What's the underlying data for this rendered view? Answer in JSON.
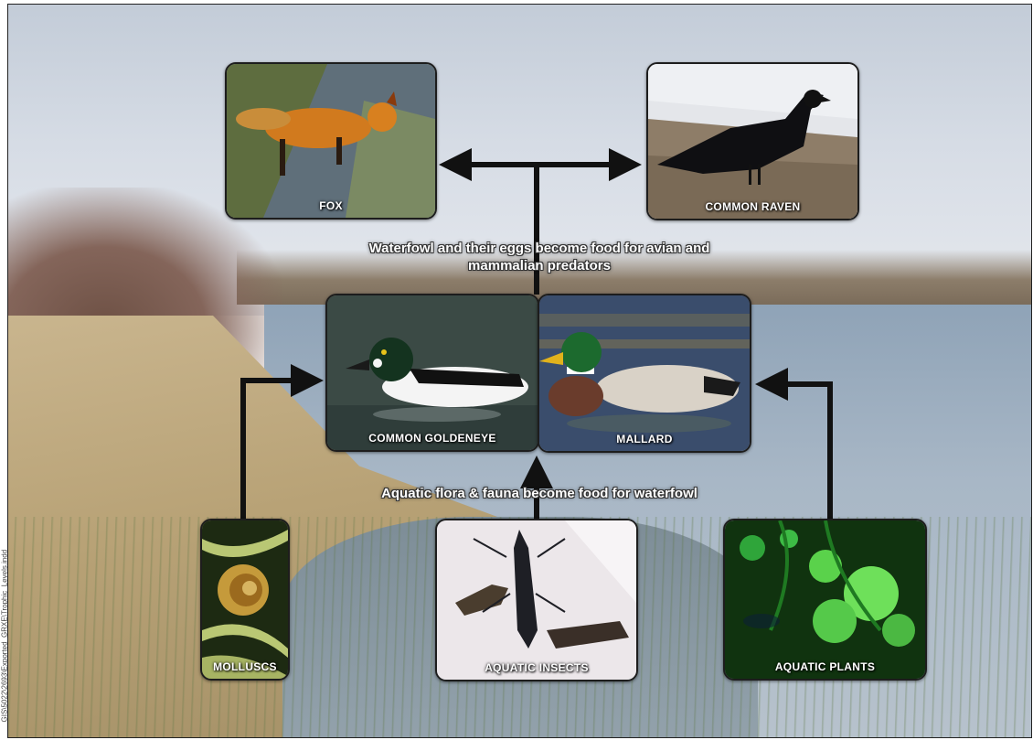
{
  "captions": {
    "top": "Waterfowl and their eggs become food for avian and mammalian predators",
    "bottom": "Aquatic flora & fauna become food for waterfowl"
  },
  "predators": {
    "fox": "FOX",
    "raven": "COMMON RAVEN"
  },
  "waterfowl": {
    "goldeneye": "COMMON GOLDENEYE",
    "mallard": "MALLARD"
  },
  "prey": {
    "molluscs": "MOLLUSCS",
    "insects": "AQUATIC INSECTS",
    "plants": "AQUATIC PLANTS"
  },
  "credit": "GIS\\5022\\2693\\Exported_GRXE\\Trophic_Levels.indd",
  "colors": {
    "arrow": "#111111",
    "label_text": "#ffffff"
  }
}
